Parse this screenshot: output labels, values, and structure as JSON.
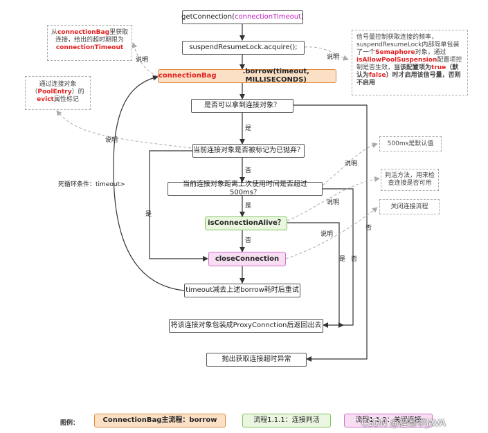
{
  "flow": {
    "get_connection_prefix": "getConnection(",
    "get_connection_param": "connectionTimeout",
    "get_connection_suffix": ")",
    "acquire": "suspendResumeLock.acquire();",
    "borrow_prefix": "connectionBag",
    "borrow_suffix": ".borrow(timeout, MILLISECONDS)",
    "q_can_get": "是否可以拿到连接对象？",
    "q_evicted": "当前连接对象是否被标记为已抛弃？",
    "q_over_500": "当前连接对象距离上次使用时间是否超过500ms？",
    "is_alive": "isConnectionAlive？",
    "close": "closeConnection",
    "retry": "timeout减去上述borrow耗时后重试",
    "wrap": "将该连接对象包装成ProxyConnction后返回出去",
    "throw": "抛出获取连接超时异常"
  },
  "edges": {
    "yes": "是",
    "no": "否",
    "explain": "说明",
    "dead_loop": "死循环条件：timeout>"
  },
  "notes": {
    "bag": [
      "从",
      "connectionBag",
      "里获取连接，给出的超时期限为",
      "connectionTimeout"
    ],
    "entry": [
      "通过连接对象（",
      "PoolEntry",
      "）的",
      "evict",
      "属性标记"
    ],
    "semaphore": [
      "信号量控制获取连接的频率，suspendResumeLock内部简单包装了一个",
      "Semaphore",
      "对象，通过",
      "isAllowPoolSuspension",
      "配置项控制是否生效，",
      "当该配置项为",
      "true",
      "（默认为",
      "false",
      "）时才启用该信号量，否则不启用"
    ],
    "ms500": "500ms是默认值",
    "judge": "判活方法，用来检查连接是否可用",
    "close_flow": "关闭连接流程"
  },
  "legend": {
    "title": "图例：",
    "main": "ConnectionBag主流程：borrow",
    "alive": "流程1.1.1：连接判活",
    "close": "流程1.1.2：关闭连接"
  },
  "watermark": "CSDN @程哥学JAVA",
  "colors": {
    "accent_red": "#e32020",
    "magenta": "#c020c0",
    "orange_fill": "#fbe0c6",
    "green_fill": "#eaf6e0",
    "pink_fill": "#f8def3"
  }
}
